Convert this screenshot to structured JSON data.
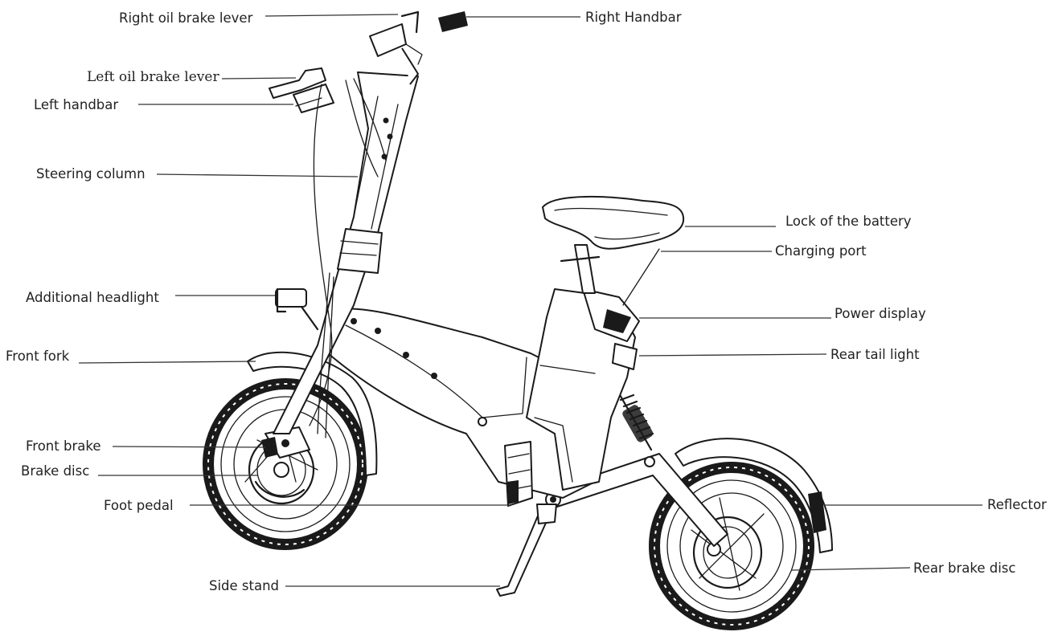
{
  "labels": {
    "right_oil_brake_lever": "Right oil brake lever",
    "right_handbar": "Right Handbar",
    "left_oil_brake_lever": "Left oil brake lever",
    "left_handbar": "Left handbar",
    "steering_column": "Steering column",
    "lock_of_the_battery": "Lock of the battery",
    "charging_port": "Charging port",
    "additional_headlight": "Additional headlight",
    "power_display": "Power display",
    "front_fork": "Front fork",
    "rear_tail_light": "Rear tail light",
    "front_brake": "Front brake",
    "brake_disc": "Brake disc",
    "foot_pedal": "Foot pedal",
    "reflector": "Reflector",
    "rear_brake_disc": "Rear brake disc",
    "side_stand": "Side stand"
  }
}
